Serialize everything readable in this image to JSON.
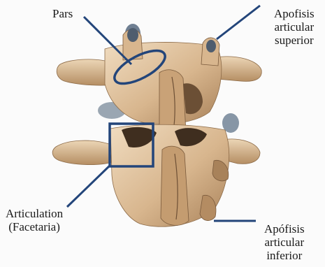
{
  "labels": {
    "pars": "Pars",
    "superior": [
      "Apofisis",
      "articular",
      "superior"
    ],
    "articulation": [
      "Articulation",
      "(Facetaria)"
    ],
    "inferior": [
      "Apófisis",
      "articular",
      "inferior"
    ]
  },
  "colors": {
    "bone_light": "#e8d1b0",
    "bone_mid": "#cfa97e",
    "bone_shadow": "#8c6a47",
    "bone_dark": "#5e4530",
    "disc_blue": "#8c9aa8",
    "pointer_blue": "#23457a"
  },
  "icons": {
    "pars_marker": "ellipse-outline",
    "facet_marker": "square-outline"
  }
}
